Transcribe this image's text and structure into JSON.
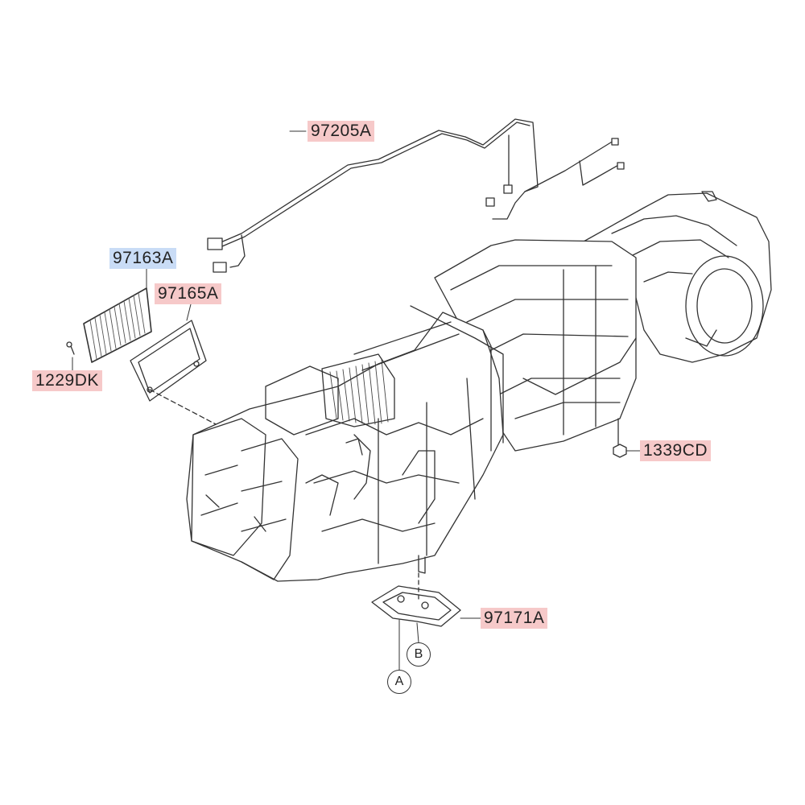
{
  "colors": {
    "label_highlight": "#f6c9c9",
    "label_selected": "#c9dcf6",
    "line": "#333333"
  },
  "parts": {
    "wiring_harness": "97205A",
    "cabin_filter": "97163A",
    "filter_cover": "97165A",
    "screw": "1229DK",
    "nut": "1339CD",
    "bracket": "97171A"
  },
  "callouts": {
    "a": "A",
    "b": "B"
  }
}
